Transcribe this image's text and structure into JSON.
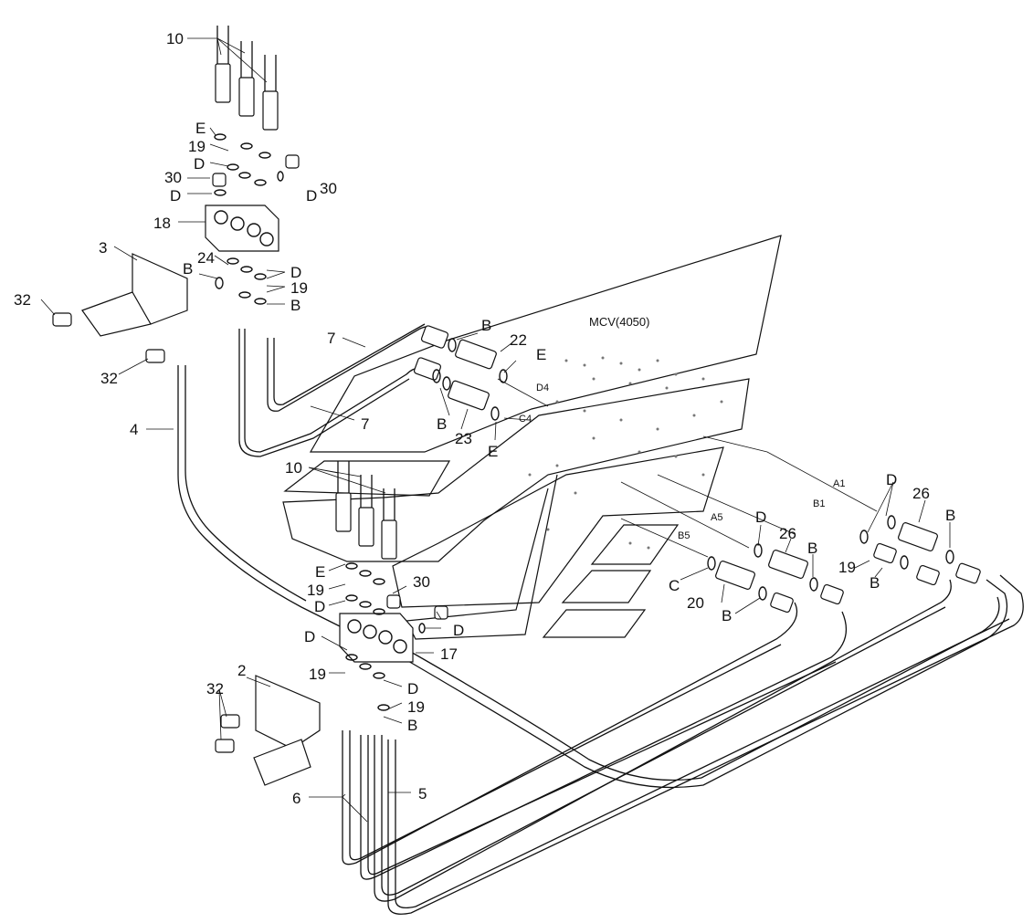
{
  "title_block": "MCV(4050)",
  "port_labels": {
    "d4": "D4",
    "c4": "C4",
    "a1": "A1",
    "b1": "B1",
    "a5": "A5",
    "b5": "B5"
  },
  "callouts": {
    "p10_top": "10",
    "e_top": "E",
    "p19_top": "19",
    "d_top1": "D",
    "p30_left": "30",
    "d_top2": "D",
    "p30_right": "30",
    "d_right_top": "D",
    "p18": "18",
    "p3": "3",
    "p24": "24",
    "b_24": "B",
    "d_mid_r": "D",
    "p19_mid": "19",
    "b_mid": "B",
    "p32_a": "32",
    "p32_b": "32",
    "p7_a": "7",
    "p7_b": "7",
    "b_22": "B",
    "p22": "22",
    "e_22": "E",
    "b_23": "B",
    "p23": "23",
    "e_23": "E",
    "p4": "4",
    "p10_low": "10",
    "e_low": "E",
    "p19_low": "19",
    "d_low": "D",
    "p30_low": "30",
    "d_low_r": "D",
    "d_block_left": "D",
    "p17": "17",
    "p19_bot": "19",
    "d_bot": "D",
    "p19_bot_r": "19",
    "b_bot": "B",
    "p2": "2",
    "p32_c": "32",
    "p6": "6",
    "p5": "5",
    "d_a1": "D",
    "p26_a": "26",
    "b_26a": "B",
    "p19_r": "19",
    "b_19r": "B",
    "d_a5": "D",
    "p26_b": "26",
    "b_26b": "B",
    "c_20": "C",
    "p20": "20",
    "b_20": "B"
  }
}
